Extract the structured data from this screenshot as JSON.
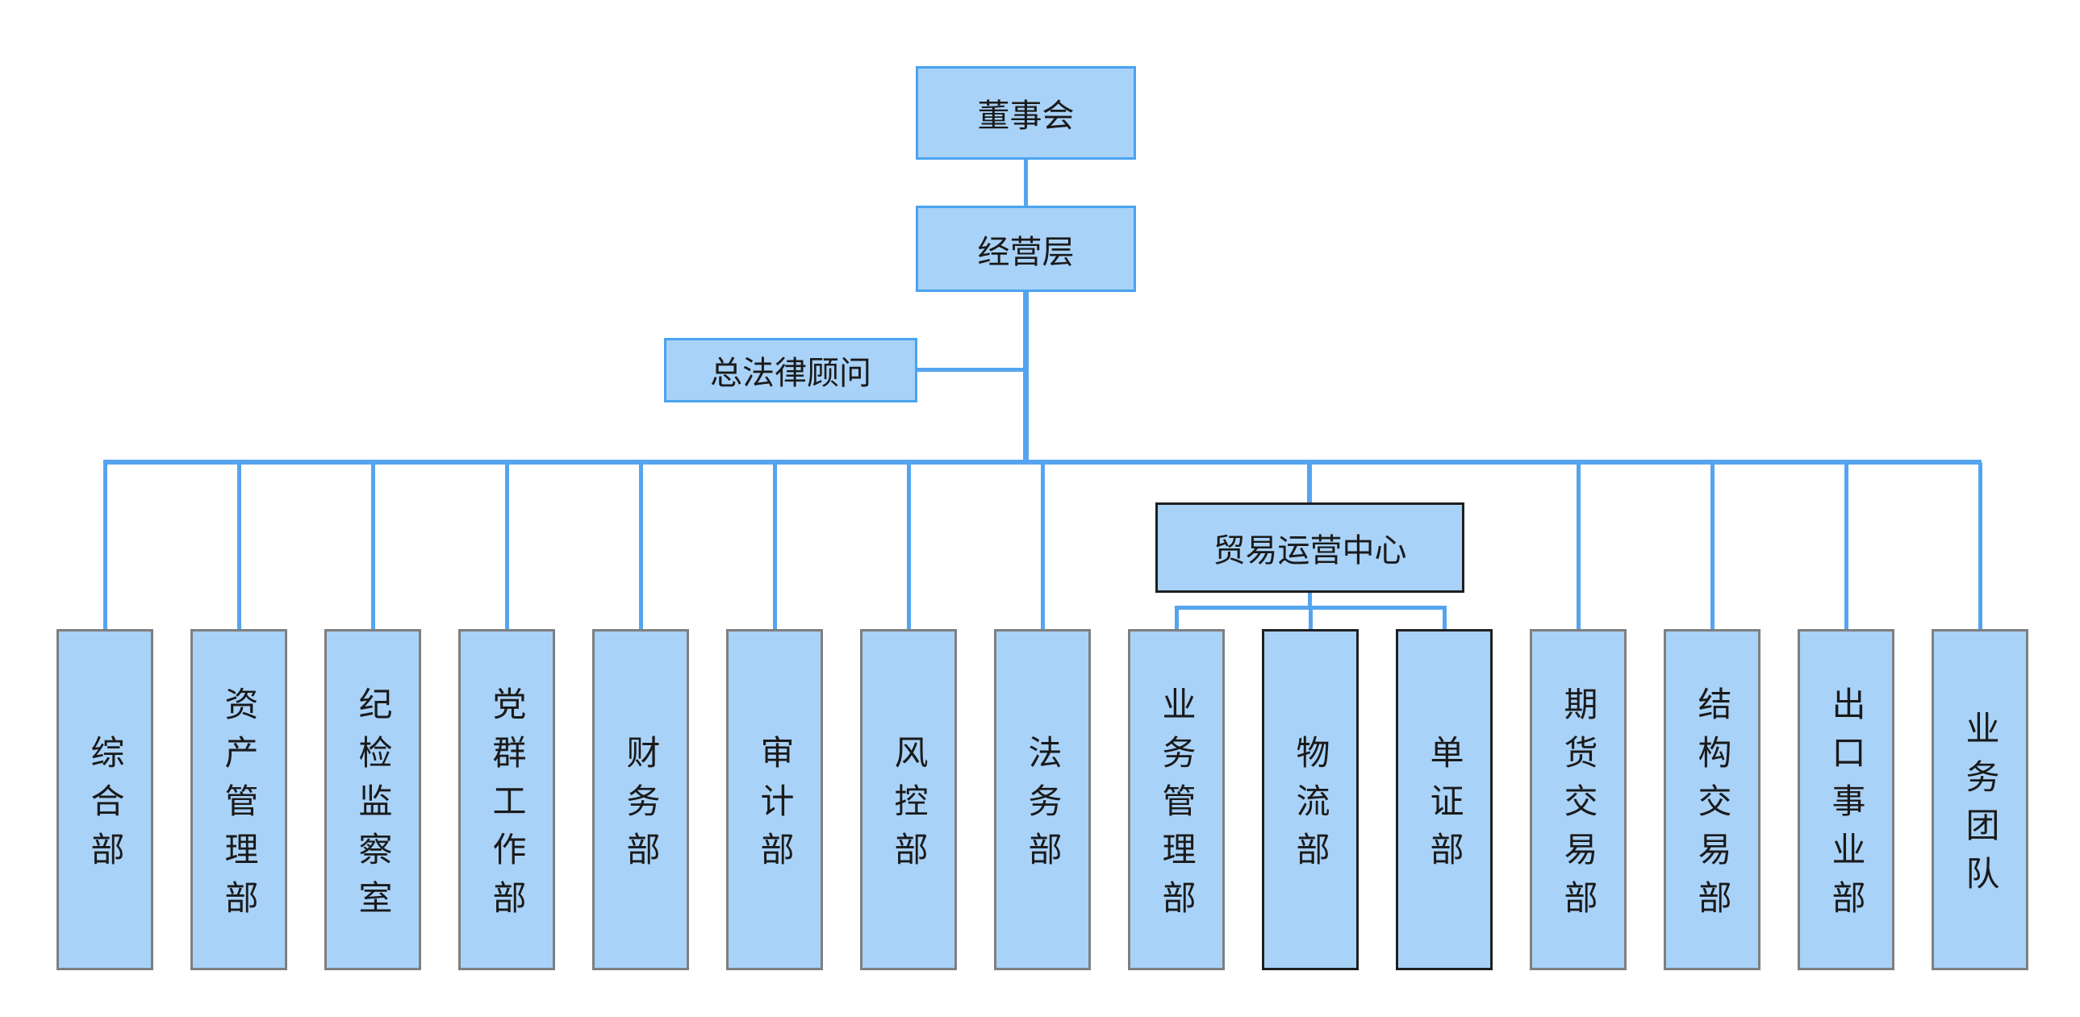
{
  "colors": {
    "background": "#ffffff",
    "node_fill": "#a9d2f8",
    "blue_border": "#4aa3f0",
    "gray_border": "#7f7f7f",
    "black_border": "#1f1f1f",
    "connector": "#55a4ef",
    "text": "#1a1a1a"
  },
  "org": {
    "board": "董事会",
    "management": "经营层",
    "counsel": "总法律顾问",
    "trade_center": "贸易运营中心",
    "departments": [
      {
        "label": "综合部",
        "parent": "经营层",
        "border": "gray"
      },
      {
        "label": "资产管理部",
        "parent": "经营层",
        "border": "gray"
      },
      {
        "label": "纪检监察室",
        "parent": "经营层",
        "border": "gray"
      },
      {
        "label": "党群工作部",
        "parent": "经营层",
        "border": "gray"
      },
      {
        "label": "财务部",
        "parent": "经营层",
        "border": "gray"
      },
      {
        "label": "审计部",
        "parent": "经营层",
        "border": "gray"
      },
      {
        "label": "风控部",
        "parent": "经营层",
        "border": "gray"
      },
      {
        "label": "法务部",
        "parent": "经营层",
        "border": "gray"
      },
      {
        "label": "业务管理部",
        "parent": "贸易运营中心",
        "border": "gray"
      },
      {
        "label": "物流部",
        "parent": "贸易运营中心",
        "border": "black"
      },
      {
        "label": "单证部",
        "parent": "贸易运营中心",
        "border": "black"
      },
      {
        "label": "期货交易部",
        "parent": "经营层",
        "border": "gray"
      },
      {
        "label": "结构交易部",
        "parent": "经营层",
        "border": "gray"
      },
      {
        "label": "出口事业部",
        "parent": "经营层",
        "border": "gray"
      },
      {
        "label": "业务团队",
        "parent": "经营层",
        "border": "gray"
      }
    ]
  }
}
